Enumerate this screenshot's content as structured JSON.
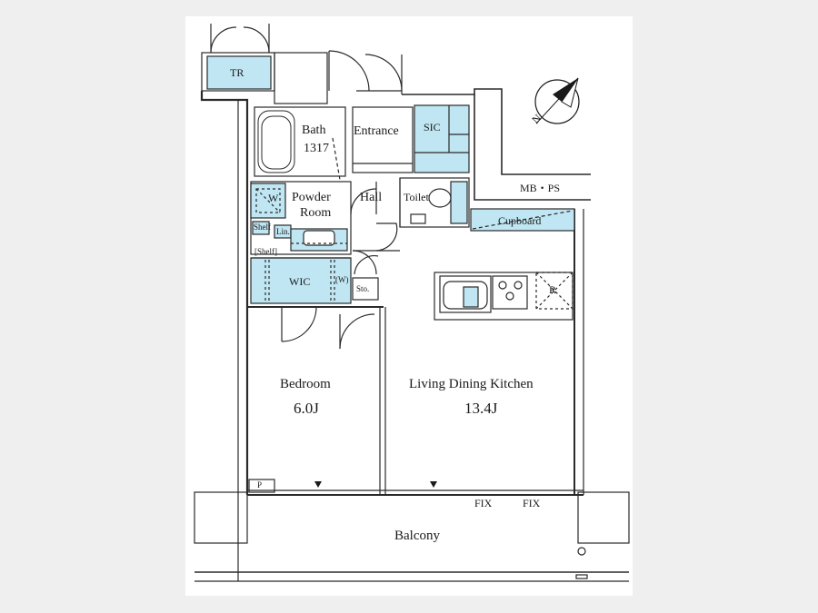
{
  "rooms": {
    "tr": "TR",
    "bath": "Bath",
    "bath_size": "1317",
    "entrance": "Entrance",
    "sic": "SIC",
    "w": "W",
    "powder": "Powder",
    "powder_room": "Room",
    "hall": "Hall",
    "toilet": "Toilet",
    "mbps": "MB・PS",
    "cupboard": "Cupboard",
    "shelf_small": "Shelf",
    "lin": "Lin.",
    "shelf": "[Shelf]",
    "wic": "WIC",
    "wic_w": "(W)",
    "sto": "Sto.",
    "r": "R",
    "bedroom": "Bedroom",
    "bedroom_size": "6.0J",
    "ldk": "Living Dining Kitchen",
    "ldk_size": "13.4J",
    "p": "P",
    "fix1": "FIX",
    "fix2": "FIX",
    "balcony": "Balcony"
  },
  "compass": {
    "letter": "N"
  },
  "colors": {
    "wall": "#2a2a2a",
    "fixture": "#bfe6f2",
    "dash": "#2a2a2a"
  }
}
